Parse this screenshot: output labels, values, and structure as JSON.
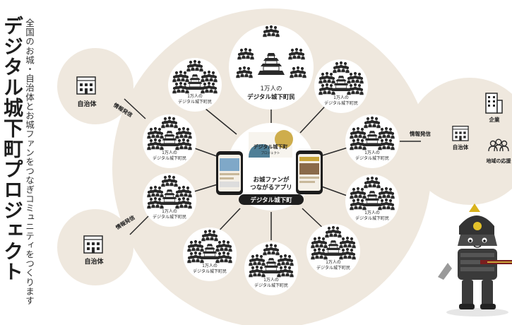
{
  "title": "デジタル城下町プロジェクト",
  "subtitle": "全国のお城・自治体とお城ファンをつなぎコミュニティをつくります",
  "center": {
    "logo_text": "デジタル城下町",
    "logo_sub": "プロジェクト",
    "caption_line1": "お城ファンが",
    "caption_line2": "つながるアプリ",
    "app_name": "デジタル城下町"
  },
  "top_node": {
    "line1": "1万人の",
    "line2": "デジタル城下町民"
  },
  "node_line1": "1万人の",
  "node_line2": "デジタル城下町民",
  "left_entities": [
    {
      "name": "自治体",
      "flow": "情報発信",
      "icon": "city-hall-icon"
    },
    {
      "name": "自治体",
      "flow": "情報発信",
      "icon": "city-hall-icon"
    }
  ],
  "right_group": {
    "flow": "情報発信",
    "items": [
      {
        "name": "企業",
        "icon": "office-building-icon"
      },
      {
        "name": "自治体",
        "icon": "city-hall-icon"
      },
      {
        "name": "地域の応援",
        "icon": "people-group-icon"
      }
    ]
  },
  "colors": {
    "circle_fill": "#efe8de",
    "inner_fill": "#ffffff",
    "ink": "#1e1e1e",
    "accent_gold": "#c9a53a",
    "accent_blue": "#4f7f97"
  },
  "mascot": "samurai-cat-mascot"
}
